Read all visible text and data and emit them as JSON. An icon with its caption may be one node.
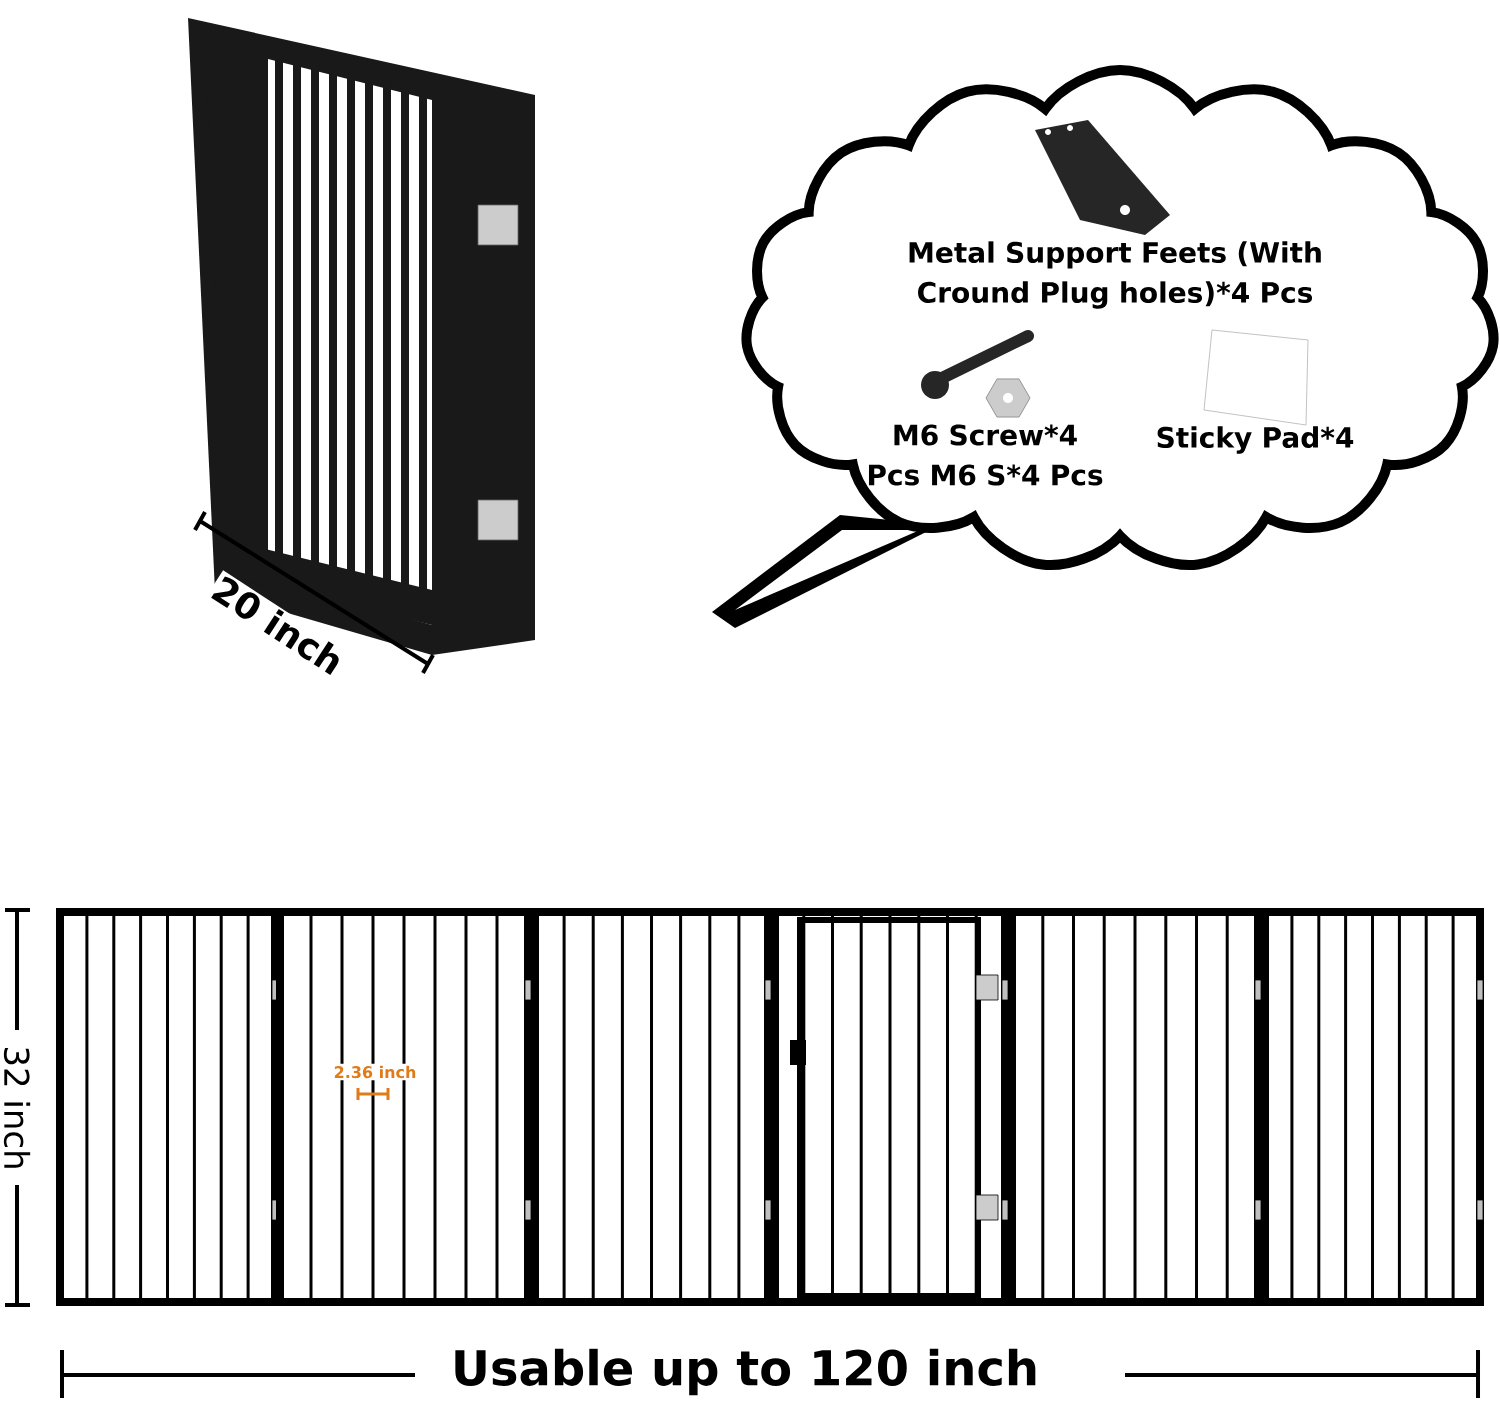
{
  "diagram": {
    "nodes": [
      {
        "text": [
          "Metal Support Feets (With Cround Plug holes)*4 Pcs",
          "M6 Screw*4 Pcs M6 S*4 Pcs",
          "Sticky Pad*4"
        ]
      }
    ],
    "edges": [],
    "labels": [
      "20 inch",
      "32 inch",
      "2.36 inch",
      "Usable up to 120 inch"
    ]
  }
}
